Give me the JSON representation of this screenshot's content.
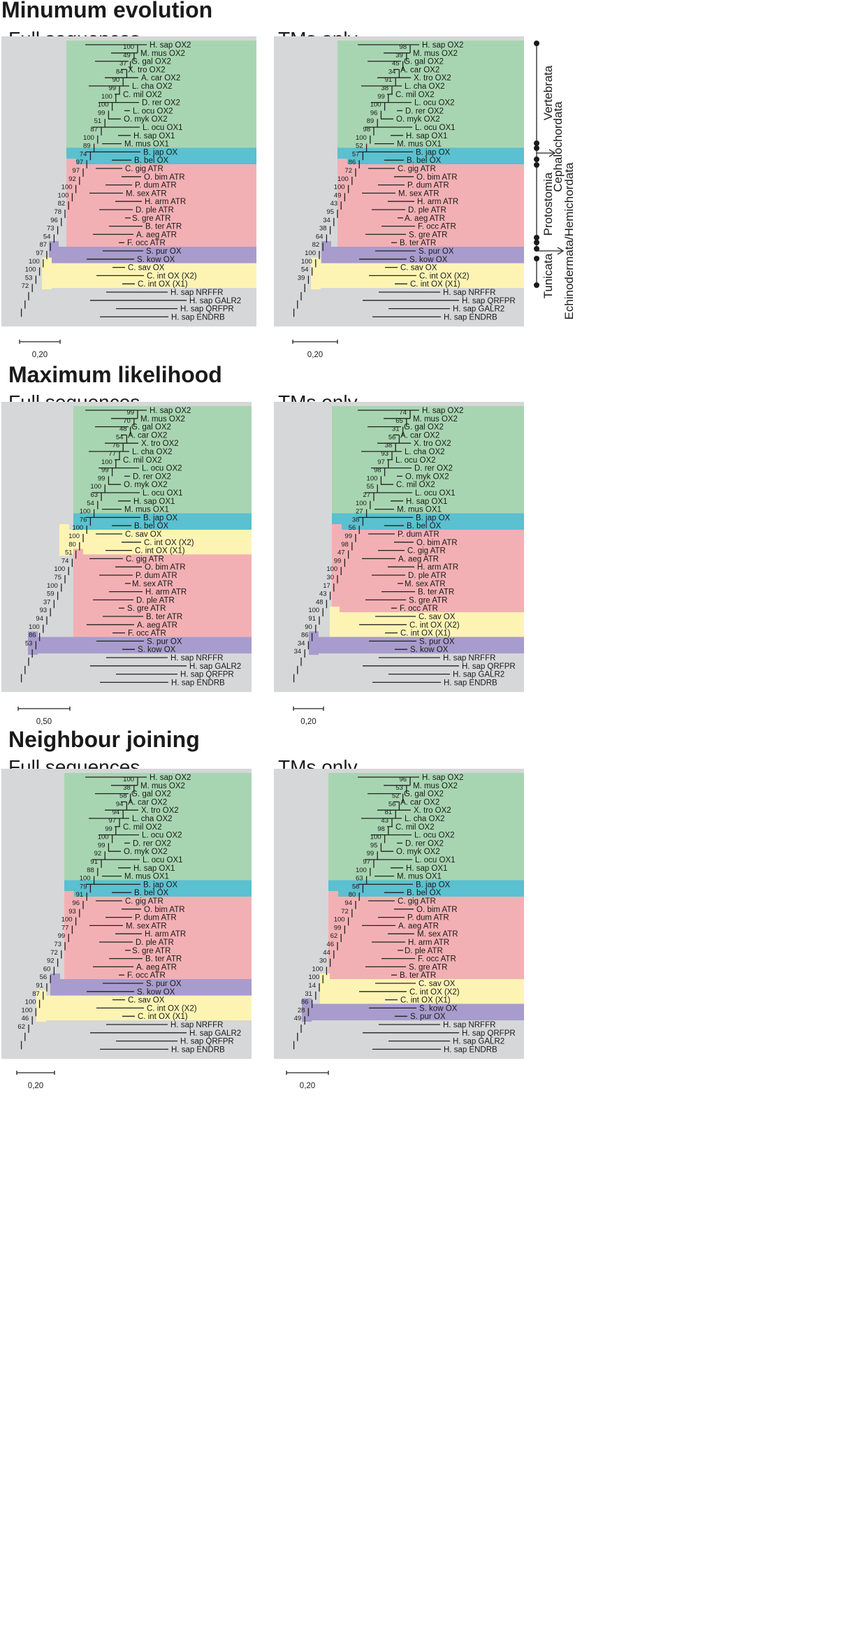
{
  "sections": [
    {
      "title": "Minumum evolution",
      "panels": [
        {
          "subtitle": "Full sequences",
          "scale": "0,20"
        },
        {
          "subtitle": "TMs only",
          "scale": "0,20"
        }
      ]
    },
    {
      "title": "Maximum likelihood",
      "panels": [
        {
          "subtitle": "Full sequences",
          "scale": "0,50"
        },
        {
          "subtitle": "TMs only",
          "scale": "0,20"
        }
      ]
    },
    {
      "title": "Neighbour joining",
      "panels": [
        {
          "subtitle": "Full sequences",
          "scale": "0,20"
        },
        {
          "subtitle": "TMs only",
          "scale": "0,20"
        }
      ]
    }
  ],
  "colors": {
    "outgroup": "#d6d7d8",
    "vertebrata": "#a8d5b1",
    "cephalochordata": "#5bc0cf",
    "protostomia": "#f3b0b4",
    "echinodermata": "#a79ccd",
    "tunicata": "#fdf4b4"
  },
  "clade_labels": {
    "vertebrata": "Vertebrata",
    "cephalochordata": "Cephalochordata",
    "protostomia": "Protostomia",
    "echinodermata": "Echinodermata/Hemichordata",
    "tunicata": "Tunicata"
  },
  "trees": [
    {
      "leaves": [
        "H. sap OX2",
        "M. mus OX2",
        "G. gal OX2",
        "X. tro OX2",
        "A. car OX2",
        "L. cha OX2",
        "C. mil OX2",
        "D. rer OX2",
        "L. ocu OX2",
        "O. myk OX2",
        "L. ocu OX1",
        "H. sap OX1",
        "M. mus OX1",
        "B. jap OX",
        "B. bel OX",
        "C. gig ATR",
        "O. bim ATR",
        "P. dum ATR",
        "M. sex ATR",
        "H. arm ATR",
        "D. ple ATR",
        "S. gre ATR",
        "B. ter ATR",
        "A. aeg ATR",
        "F. occ ATR",
        "S. pur OX",
        "S. kow OX",
        "C. sav OX",
        "C. int OX (X2)",
        "C. int OX (X1)",
        "H. sap NRFFR",
        "H. sap GALR2",
        "H. sap QRFPR",
        "H. sap ENDRB"
      ],
      "support": [
        "100",
        "49",
        "37",
        "84",
        "90",
        "99",
        "100",
        "100",
        "99",
        "51",
        "87",
        "100",
        "89",
        "74",
        "97",
        "97",
        "92",
        "100",
        "100",
        "82",
        "78",
        "96",
        "73",
        "54",
        "87",
        "97",
        "100",
        "100",
        "53",
        "72"
      ]
    },
    {
      "leaves": [
        "H. sap OX2",
        "M. mus OX2",
        "G. gal OX2",
        "A. car OX2",
        "X. tro OX2",
        "L. cha OX2",
        "C. mil OX2",
        "L. ocu OX2",
        "D. rer OX2",
        "O. myk OX2",
        "L. ocu OX1",
        "H. sap OX1",
        "M. mus OX1",
        "B. jap OX",
        "B. bel OX",
        "C. gig ATR",
        "O. bim ATR",
        "P. dum ATR",
        "M. sex ATR",
        "H. arm ATR",
        "D. ple ATR",
        "A. aeg ATR",
        "F. occ ATR",
        "S. gre ATR",
        "B. ter ATR",
        "S. pur OX",
        "S. kow OX",
        "C. sav OX",
        "C. int OX (X2)",
        "C. int OX (X1)",
        "H. sap NRFFR",
        "H. sap QRFPR",
        "H. sap GALR2",
        "H. sap ENDRB"
      ],
      "support": [
        "98",
        "39",
        "45",
        "34",
        "91",
        "38",
        "99",
        "100",
        "96",
        "89",
        "98",
        "100",
        "52",
        "57",
        "86",
        "72",
        "100",
        "100",
        "49",
        "43",
        "95",
        "34",
        "38",
        "64",
        "82",
        "100",
        "100",
        "54",
        "39"
      ]
    },
    {
      "leaves": [
        "H. sap OX2",
        "M. mus OX2",
        "G. gal OX2",
        "A. car OX2",
        "X. tro OX2",
        "L. cha OX2",
        "C. mil OX2",
        "L. ocu OX2",
        "D. rer OX2",
        "O. myk OX2",
        "L. ocu OX1",
        "H. sap OX1",
        "M. mus OX1",
        "B. jap OX",
        "B. bel OX",
        "C. sav OX",
        "C. int OX (X2)",
        "C. int OX (X1)",
        "C. gig ATR",
        "O. bim ATR",
        "P. dum ATR",
        "M. sex ATR",
        "H. arm ATR",
        "D. ple ATR",
        "S. gre ATR",
        "B. ter ATR",
        "A. aeg ATR",
        "F. occ ATR",
        "S. pur OX",
        "S. kow OX",
        "H. sap NRFFR",
        "H. sap GALR2",
        "H. sap QRFPR",
        "H. sap ENDRB"
      ],
      "support": [
        "99",
        "70",
        "48",
        "54",
        "76",
        "77",
        "100",
        "99",
        "99",
        "100",
        "63",
        "54",
        "100",
        "76",
        "100",
        "100",
        "80",
        "51",
        "74",
        "100",
        "75",
        "100",
        "59",
        "37",
        "93",
        "94",
        "100",
        "86",
        "53"
      ]
    },
    {
      "leaves": [
        "H. sap OX2",
        "M. mus OX2",
        "G. gal OX2",
        "A. car OX2",
        "X. tro OX2",
        "L. cha OX2",
        "L. ocu OX2",
        "D. rer OX2",
        "O. myk OX2",
        "C. mil OX2",
        "L. ocu OX1",
        "H. sap OX1",
        "M. mus OX1",
        "B. jap OX",
        "B. bel OX",
        "P. dum ATR",
        "O. bim ATR",
        "C. gig ATR",
        "A. aeg ATR",
        "H. arm ATR",
        "D. ple ATR",
        "M. sex ATR",
        "B. ter ATR",
        "S. gre ATR",
        "F. occ ATR",
        "C. sav OX",
        "C. int OX (X2)",
        "C. int OX (X1)",
        "S. pur OX",
        "S. kow OX",
        "H. sap NRFFR",
        "H. sap QRFPR",
        "H. sap GALR2",
        "H. sap ENDRB"
      ],
      "support": [
        "74",
        "65",
        "31",
        "56",
        "38",
        "93",
        "97",
        "98",
        "100",
        "55",
        "27",
        "100",
        "27",
        "38",
        "56",
        "99",
        "98",
        "47",
        "99",
        "100",
        "30",
        "17",
        "43",
        "48",
        "100",
        "91",
        "90",
        "86",
        "34",
        "34"
      ]
    },
    {
      "leaves": [
        "H. sap OX2",
        "M. mus OX2",
        "G. gal OX2",
        "A. car OX2",
        "X. tro OX2",
        "L. cha OX2",
        "C. mil OX2",
        "L. ocu OX2",
        "D. rer OX2",
        "O. myk OX2",
        "L. ocu OX1",
        "H. sap OX1",
        "M. mus OX1",
        "B. jap OX",
        "B. bel OX",
        "C. gig ATR",
        "O. bim ATR",
        "P. dum ATR",
        "M. sex ATR",
        "H. arm ATR",
        "D. ple ATR",
        "S. gre ATR",
        "B. ter ATR",
        "A. aeg ATR",
        "F. occ ATR",
        "S. pur OX",
        "S. kow OX",
        "C. sav OX",
        "C. int OX (X2)",
        "C. int OX (X1)",
        "H. sap NRFFR",
        "H. sap GALR2",
        "H. sap QRFPR",
        "H. sap ENDRB"
      ],
      "support": [
        "100",
        "38",
        "58",
        "94",
        "94",
        "97",
        "99",
        "100",
        "99",
        "92",
        "91",
        "88",
        "100",
        "79",
        "91",
        "96",
        "93",
        "100",
        "77",
        "99",
        "73",
        "72",
        "92",
        "60",
        "56",
        "91",
        "87",
        "100",
        "100",
        "46",
        "62"
      ]
    },
    {
      "leaves": [
        "H. sap OX2",
        "M. mus OX2",
        "G. gal OX2",
        "A. car OX2",
        "X. tro OX2",
        "L. cha OX2",
        "C. mil OX2",
        "L. ocu OX2",
        "D. rer OX2",
        "O. myk OX2",
        "L. ocu OX1",
        "H. sap OX1",
        "M. mus OX1",
        "B. jap OX",
        "B. bel OX",
        "C. gig ATR",
        "O. bim ATR",
        "P. dum ATR",
        "A. aeg ATR",
        "M. sex ATR",
        "H. arm ATR",
        "D. ple ATR",
        "F. occ ATR",
        "S. gre ATR",
        "B. ter ATR",
        "C. sav OX",
        "C. int OX (X2)",
        "C. int OX (X1)",
        "S. kow OX",
        "S. pur OX",
        "H. sap NRFFR",
        "H. sap QRFPR",
        "H. sap GALR2",
        "H. sap ENDRB"
      ],
      "support": [
        "96",
        "53",
        "52",
        "56",
        "81",
        "43",
        "98",
        "100",
        "95",
        "99",
        "97",
        "100",
        "63",
        "58",
        "80",
        "94",
        "72",
        "100",
        "99",
        "62",
        "46",
        "44",
        "30",
        "100",
        "100",
        "14",
        "31",
        "86",
        "28",
        "49"
      ]
    }
  ]
}
